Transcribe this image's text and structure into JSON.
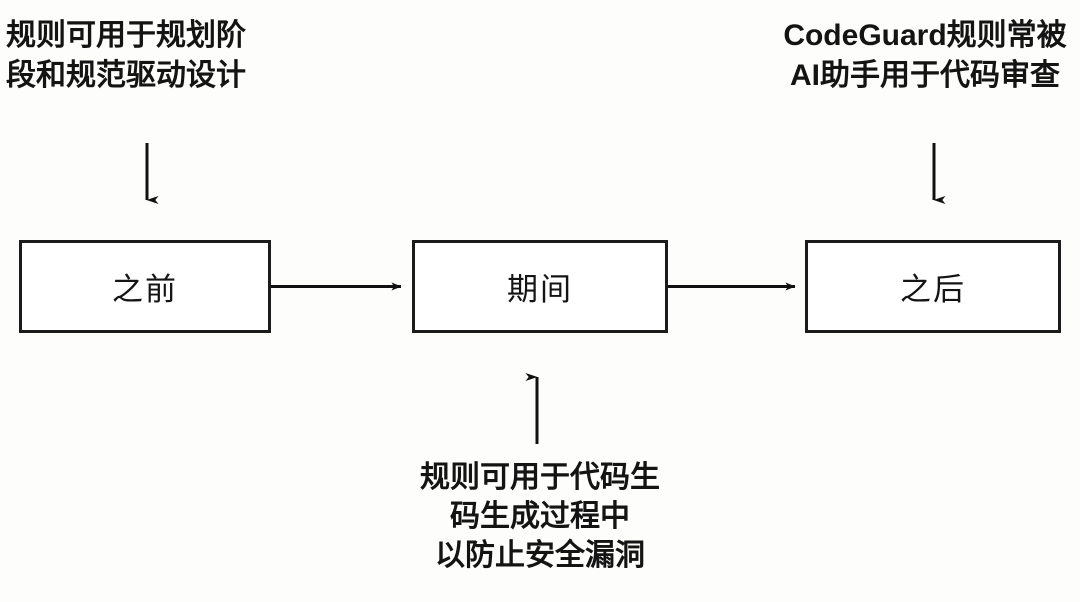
{
  "diagram": {
    "title_visible": false,
    "background_color": "#fdfdfb",
    "stroke_color": "#1b1b1b",
    "text_color": "#141414",
    "stages": [
      {
        "id": "before",
        "label": "之前"
      },
      {
        "id": "during",
        "label": "期间"
      },
      {
        "id": "after",
        "label": "之后"
      }
    ],
    "annotations": {
      "before_note": {
        "lines": [
          "规则可用于规划阶",
          "段和规范驱动设计"
        ],
        "attaches_to": "before",
        "arrow_direction": "down"
      },
      "after_note": {
        "lines": [
          "CodeGuard规则常被",
          "AI助手用于代码审查"
        ],
        "attaches_to": "after",
        "arrow_direction": "down"
      },
      "during_note": {
        "lines": [
          "规则可用于代码生",
          "码生成过程中",
          "以防止安全漏洞"
        ],
        "attaches_to": "during",
        "arrow_direction": "up"
      }
    },
    "flow_arrows": [
      {
        "from": "before",
        "to": "during",
        "direction": "right"
      },
      {
        "from": "during",
        "to": "after",
        "direction": "right"
      }
    ]
  }
}
